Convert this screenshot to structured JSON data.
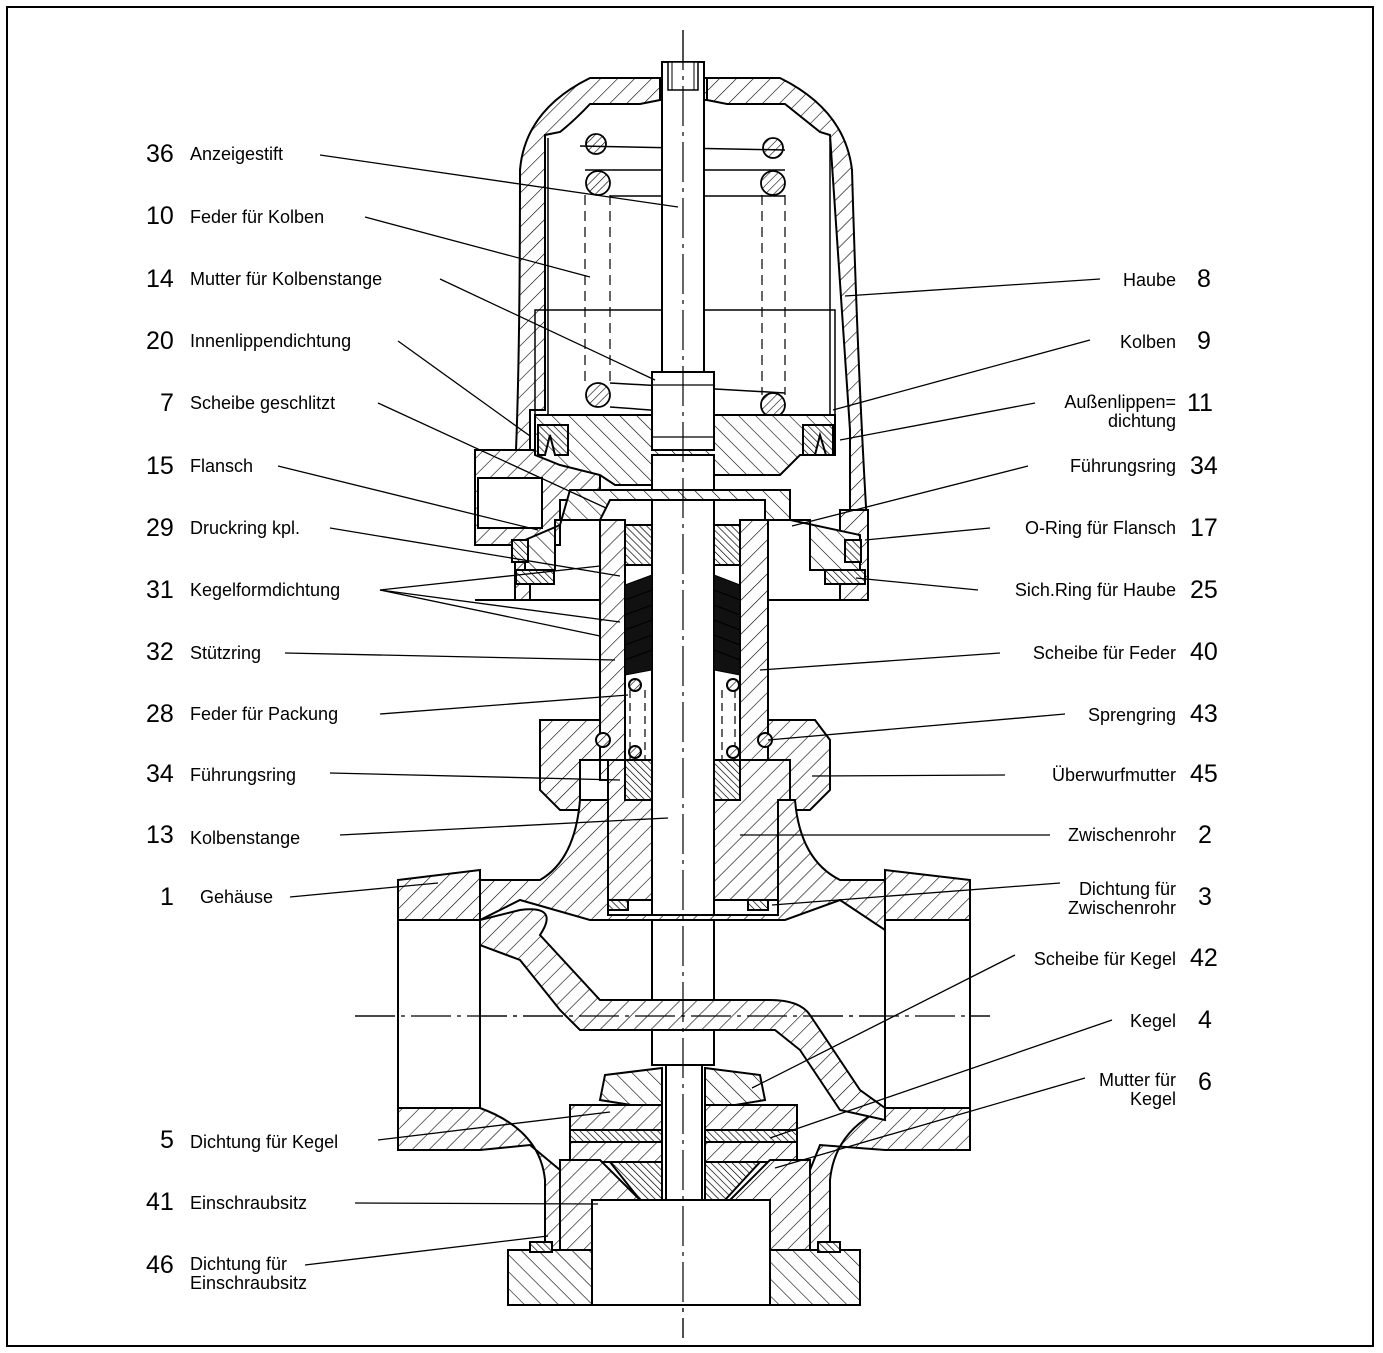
{
  "callouts_left": [
    {
      "num": "36",
      "label": "Anzeigestift"
    },
    {
      "num": "10",
      "label": "Feder für Kolben"
    },
    {
      "num": "14",
      "label": "Mutter für Kolbenstange"
    },
    {
      "num": "20",
      "label": "Innenlippendichtung"
    },
    {
      "num": "7",
      "label": "Scheibe geschlitzt"
    },
    {
      "num": "15",
      "label": "Flansch"
    },
    {
      "num": "29",
      "label": "Druckring kpl."
    },
    {
      "num": "31",
      "label": "Kegelformdichtung"
    },
    {
      "num": "32",
      "label": "Stützring"
    },
    {
      "num": "28",
      "label": "Feder für Packung"
    },
    {
      "num": "34",
      "label": "Führungsring"
    },
    {
      "num": "13",
      "label": "Kolbenstange"
    },
    {
      "num": "1",
      "label": "Gehäuse"
    },
    {
      "num": "5",
      "label": "Dichtung für Kegel"
    },
    {
      "num": "41",
      "label": "Einschraubsitz"
    },
    {
      "num": "46",
      "label": "Dichtung für\nEinschraubsitz"
    }
  ],
  "callouts_right": [
    {
      "num": "8",
      "label": "Haube"
    },
    {
      "num": "9",
      "label": "Kolben"
    },
    {
      "num": "11",
      "label": "Außenlippen=\ndichtung"
    },
    {
      "num": "34",
      "label": "Führungsring"
    },
    {
      "num": "17",
      "label": "O-Ring für Flansch"
    },
    {
      "num": "25",
      "label": "Sich.Ring für Haube"
    },
    {
      "num": "40",
      "label": "Scheibe für Feder"
    },
    {
      "num": "43",
      "label": "Sprengring"
    },
    {
      "num": "45",
      "label": "Überwurfmutter"
    },
    {
      "num": "2",
      "label": "Zwischenrohr"
    },
    {
      "num": "3",
      "label": "Dichtung für\nZwischenrohr"
    },
    {
      "num": "42",
      "label": "Scheibe für Kegel"
    },
    {
      "num": "4",
      "label": "Kegel"
    },
    {
      "num": "6",
      "label": "Mutter für\nKegel"
    }
  ]
}
